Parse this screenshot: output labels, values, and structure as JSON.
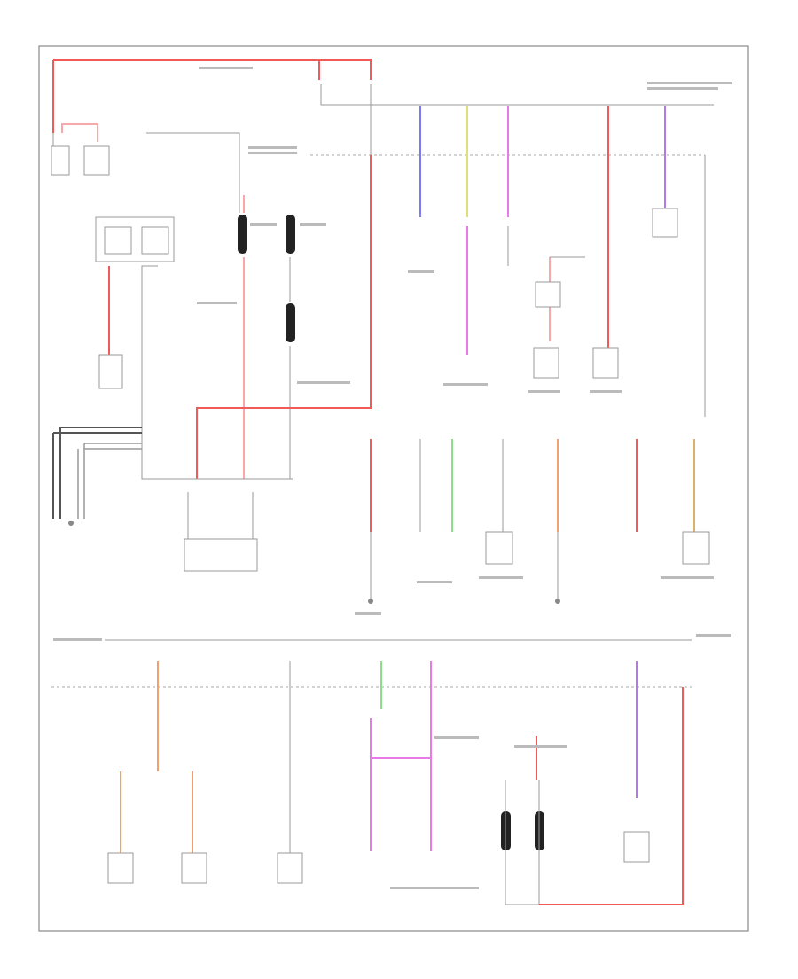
{
  "page": {
    "footer_text": ""
  },
  "colors": {
    "red": "#f25a5a",
    "pink": "#f7a8a8",
    "orange": "#f2a070",
    "blue": "#7a7af2",
    "yellow": "#e0e07a",
    "magenta": "#e87ae8",
    "green": "#8ae08a",
    "tan": "#d9b36a",
    "violet": "#b07ae8",
    "gray": "#9a9a9a"
  },
  "components": [
    {
      "name": "battery",
      "label": ""
    },
    {
      "name": "starter",
      "label": ""
    },
    {
      "name": "starter-relay",
      "label": ""
    },
    {
      "name": "generator",
      "label": ""
    },
    {
      "name": "fusible-link-a",
      "label": ""
    },
    {
      "name": "fusible-link-b",
      "label": ""
    },
    {
      "name": "fusible-link-c",
      "label": ""
    },
    {
      "name": "ignition-switch",
      "label": ""
    },
    {
      "name": "left-ground-a",
      "label": ""
    },
    {
      "name": "left-ground-b",
      "label": ""
    },
    {
      "name": "module-1",
      "label": ""
    },
    {
      "name": "module-2",
      "label": ""
    },
    {
      "name": "module-3",
      "label": ""
    },
    {
      "name": "module-4",
      "label": ""
    },
    {
      "name": "module-5",
      "label": ""
    },
    {
      "name": "module-6",
      "label": ""
    },
    {
      "name": "module-7",
      "label": ""
    },
    {
      "name": "module-8",
      "label": ""
    },
    {
      "name": "module-9",
      "label": ""
    }
  ]
}
